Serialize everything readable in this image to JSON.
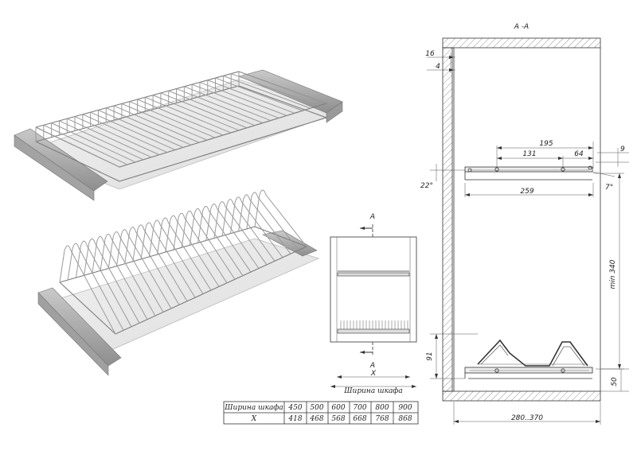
{
  "drawing": {
    "section_label": "A -A",
    "cut_marker_top": "A",
    "cut_marker_bottom": "A",
    "width_var": "X",
    "cabinet_width_label": "Ширина шкафа",
    "dims": {
      "d16": "16",
      "d4": "4",
      "d195": "195",
      "d131": "131",
      "d64": "64",
      "d9": "9",
      "d22": "22°",
      "d7": "7°",
      "d259": "259",
      "dmin340": "min 340",
      "d91": "91",
      "d50": "50",
      "d280": "280..370"
    }
  },
  "table": {
    "row1_header": "Ширина шкафа",
    "row2_header": "X",
    "widths": [
      "450",
      "500",
      "600",
      "700",
      "800",
      "900"
    ],
    "x_values": [
      "418",
      "468",
      "568",
      "668",
      "768",
      "868"
    ]
  }
}
